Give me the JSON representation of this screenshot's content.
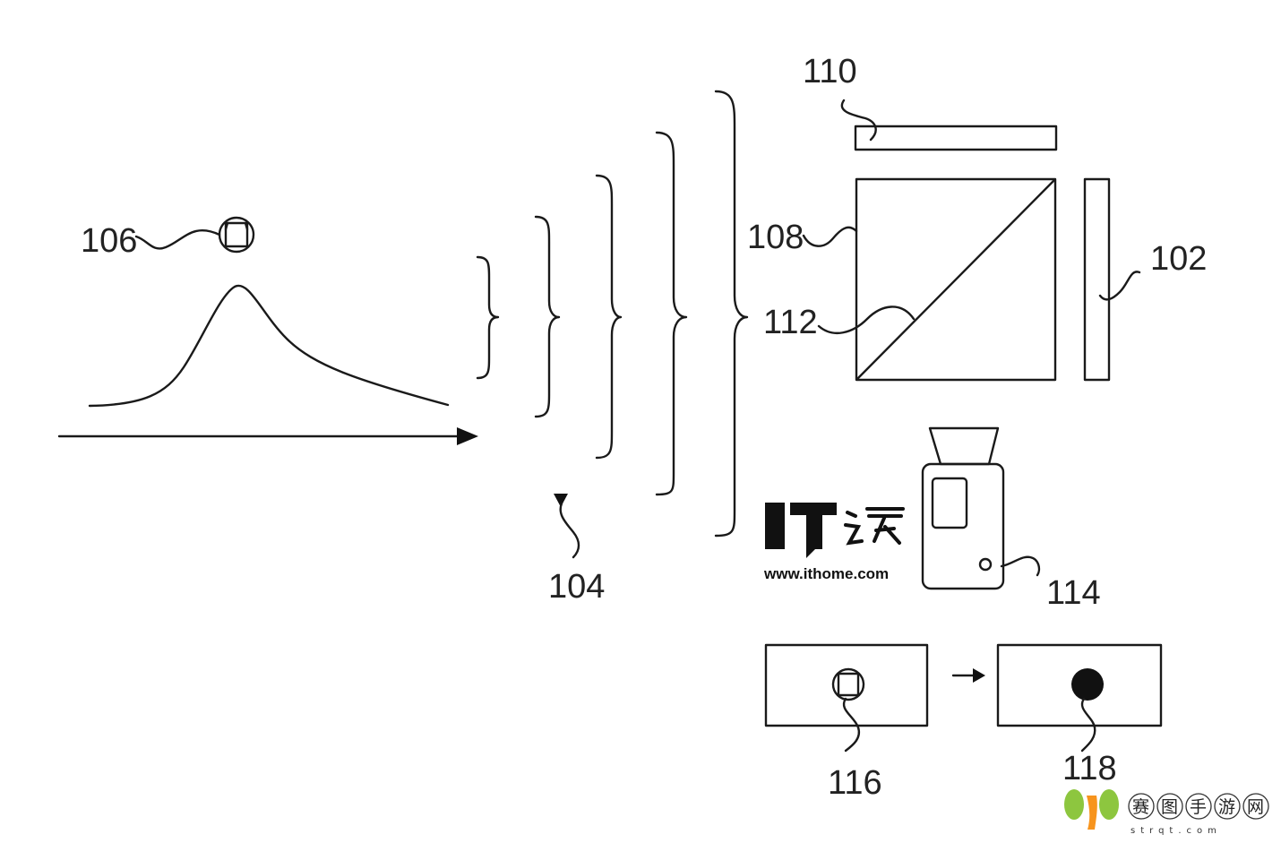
{
  "labels": {
    "l106": "106",
    "l104": "104",
    "l110": "110",
    "l108": "108",
    "l112": "112",
    "l102": "102",
    "l114": "114",
    "l116": "116",
    "l118": "118"
  },
  "watermark_ithome": {
    "logo": "IT之家",
    "url": "www.ithome.com"
  },
  "watermark_strqt": {
    "name_chars": [
      "赛",
      "图",
      "手",
      "游",
      "网"
    ],
    "domain": "strqt.com",
    "brand_colors": [
      "#8dc63f",
      "#f7941d"
    ]
  }
}
